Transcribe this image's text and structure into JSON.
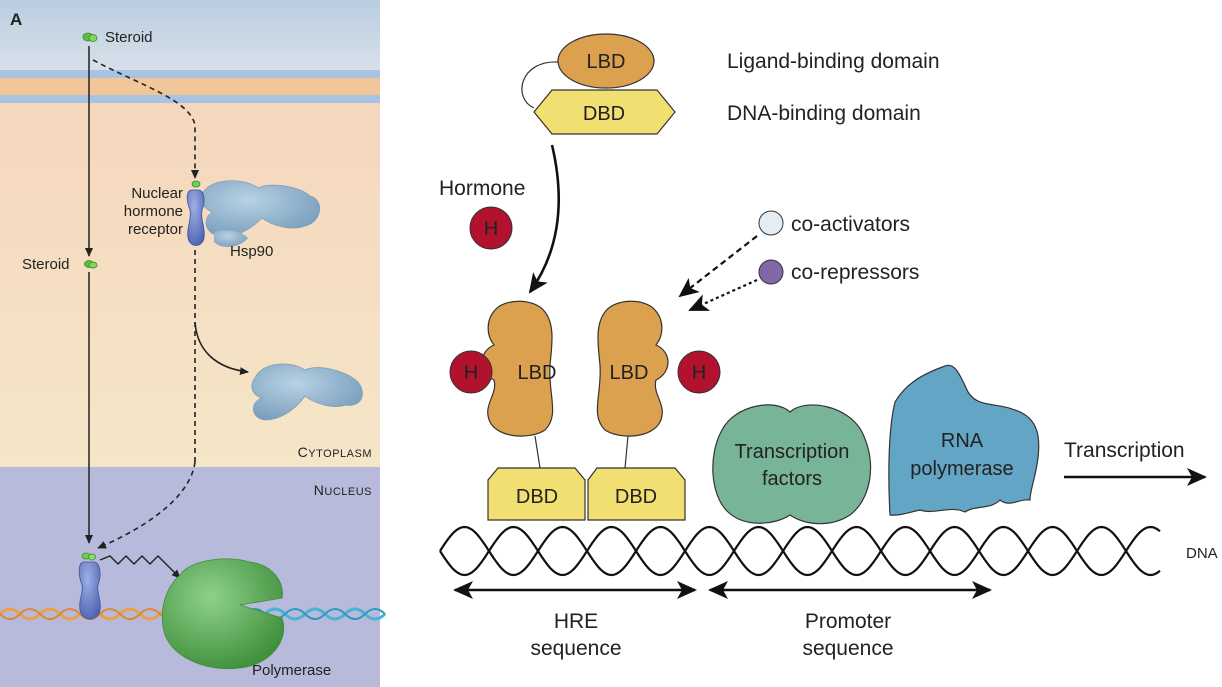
{
  "panel_a": {
    "panel_letter": "A",
    "labels": {
      "steroid_top": "Steroid",
      "steroid_mid": "Steroid",
      "nuclear_hormone_receptor": [
        "Nuclear",
        "hormone",
        "receptor"
      ],
      "hsp90": "Hsp90",
      "cytoplasm": "Cytoplasm",
      "nucleus": "Nucleus",
      "polymerase": "Polymerase"
    },
    "colors": {
      "extracellular": "#c9d7e6",
      "membrane": "#f2c9a0",
      "cytoplasm": "#f6dcc0",
      "nucleus": "#b7b9d9",
      "steroid": "#5fbf3f",
      "receptor": "#6f86c8",
      "hsp90": "#8fb3cf",
      "polymerase": "#5fae5a",
      "dna_orange": "#e8a04a",
      "dna_blue": "#4bb3d6"
    }
  },
  "panel_b": {
    "legend": {
      "lbd": {
        "short": "LBD",
        "long": "Ligand-binding domain"
      },
      "dbd": {
        "short": "DBD",
        "long": "DNA-binding domain"
      }
    },
    "hormone": {
      "label": "Hormone",
      "symbol": "H"
    },
    "coregulators": [
      {
        "label": "co-activators",
        "color": "#e4ecf4"
      },
      {
        "label": "co-repressors",
        "color": "#7f67a8"
      }
    ],
    "dimer": {
      "monomers": [
        {
          "lbd": "LBD",
          "dbd": "DBD",
          "hormone": "H"
        },
        {
          "lbd": "LBD",
          "dbd": "DBD",
          "hormone": "H"
        }
      ]
    },
    "transcription_factors": {
      "lines": [
        "Transcription",
        "factors"
      ]
    },
    "rna_polymerase": {
      "lines": [
        "RNA",
        "polymerase"
      ]
    },
    "transcription_arrow_label": "Transcription",
    "dna_label": "DNA",
    "regions": [
      {
        "lines": [
          "HRE",
          "sequence"
        ]
      },
      {
        "lines": [
          "Promoter",
          "sequence"
        ]
      }
    ],
    "colors": {
      "lbd": "#dca14f",
      "dbd": "#f2df72",
      "hormone": "#b3122e",
      "transcription_factors": "#78b497",
      "rna_polymerase": "#63a5c4",
      "outline": "#333333"
    }
  }
}
